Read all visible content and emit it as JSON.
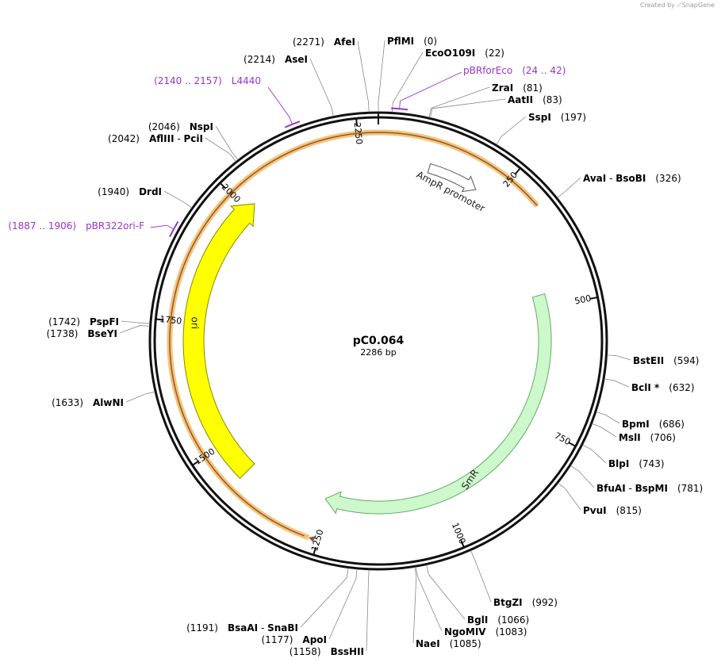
{
  "brand": {
    "created_by": "Created by",
    "app": "SnapGene"
  },
  "plasmid": {
    "name": "pC0.064",
    "length_label": "2286 bp",
    "length": 2286
  },
  "ticks": [
    250,
    500,
    750,
    1000,
    1250,
    1500,
    1750,
    2000,
    2250
  ],
  "features": [
    {
      "name": "AmpR promoter",
      "start": 104,
      "end": 208,
      "direction": 1,
      "color": "#ffffff",
      "stroke": "#555555",
      "label_inside": true
    },
    {
      "name": "SmR",
      "start": 471,
      "end": 1261,
      "direction": -1,
      "color": "#ccf8cc",
      "stroke": "#66aa66",
      "label_inside": false
    },
    {
      "name": "ori",
      "start": 1430,
      "end": 2019,
      "direction": 1,
      "color": "#ffff00",
      "stroke": "#888800",
      "label_inside": false
    }
  ],
  "orf": {
    "start": 315,
    "end": 1267,
    "direction": -1,
    "color": "#f7c27a",
    "line": "#8a5a2a"
  },
  "enzymes": [
    {
      "name": "PflMI",
      "pos": "(0)",
      "bp": 0
    },
    {
      "name": "EcoO109I",
      "pos": "(22)",
      "bp": 22
    },
    {
      "name": "ZraI",
      "pos": "(81)",
      "bp": 81
    },
    {
      "name": "AatII",
      "pos": "(83)",
      "bp": 83
    },
    {
      "name": "SspI",
      "pos": "(197)",
      "bp": 197
    },
    {
      "name": "AvaI",
      "name2": "BsoBI",
      "pos": "(326)",
      "bp": 326
    },
    {
      "name": "BstEII",
      "pos": "(594)",
      "bp": 594
    },
    {
      "name": "BclI *",
      "pos": "(632)",
      "bp": 632
    },
    {
      "name": "BpmI",
      "pos": "(686)",
      "bp": 686
    },
    {
      "name": "MslI",
      "pos": "(706)",
      "bp": 706
    },
    {
      "name": "BlpI",
      "pos": "(743)",
      "bp": 743
    },
    {
      "name": "BfuAI",
      "name2": "BspMI",
      "pos": "(781)",
      "bp": 781
    },
    {
      "name": "PvuI",
      "pos": "(815)",
      "bp": 815
    },
    {
      "name": "BtgZI",
      "pos": "(992)",
      "bp": 992
    },
    {
      "name": "BglI",
      "pos": "(1066)",
      "bp": 1066
    },
    {
      "name": "NgoMIV",
      "pos": "(1083)",
      "bp": 1083
    },
    {
      "name": "NaeI",
      "pos": "(1085)",
      "bp": 1085
    },
    {
      "name": "BssHII",
      "pos": "(1158)",
      "bp": 1158
    },
    {
      "name": "ApoI",
      "pos": "(1177)",
      "bp": 1177
    },
    {
      "name": "BsaAI",
      "name2": "SnaBI",
      "pos": "(1191)",
      "bp": 1191
    },
    {
      "name": "AlwNI",
      "pos": "(1633)",
      "bp": 1633
    },
    {
      "name": "BseYI",
      "pos": "(1738)",
      "bp": 1738
    },
    {
      "name": "PspFI",
      "pos": "(1742)",
      "bp": 1742
    },
    {
      "name": "DrdI",
      "pos": "(1940)",
      "bp": 1940
    },
    {
      "name": "AflIII",
      "name2": "PciI",
      "pos": "(2042)",
      "bp": 2042
    },
    {
      "name": "NspI",
      "pos": "(2046)",
      "bp": 2046
    },
    {
      "name": "AseI",
      "pos": "(2214)",
      "bp": 2214
    },
    {
      "name": "AfeI",
      "pos": "(2271)",
      "bp": 2271
    }
  ],
  "primers": [
    {
      "name": "pBRforEco",
      "pos": "(24 .. 42)",
      "start": 24,
      "end": 42
    },
    {
      "name": "L4440",
      "pos": "(2140 .. 2157)",
      "start": 2140,
      "end": 2157
    },
    {
      "name": "pBR322ori-F",
      "pos": "(1887 .. 1906)",
      "start": 1887,
      "end": 1906
    }
  ]
}
